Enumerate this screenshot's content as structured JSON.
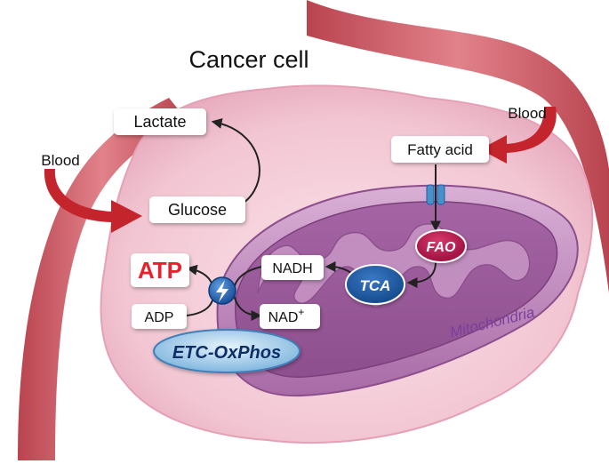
{
  "title": "Cancer cell",
  "blood_left": "Blood",
  "blood_right": "Blood",
  "lactate": "Lactate",
  "glucose": "Glucose",
  "fatty_acid": "Fatty acid",
  "fao": "FAO",
  "tca": "TCA",
  "nadh": "NADH",
  "nad_base": "NAD",
  "nad_sup": "+",
  "atp": "ATP",
  "adp": "ADP",
  "etc": "ETC-OxPhos",
  "mitochondria": "Mitochondria",
  "colors": {
    "vessel": "#c9505a",
    "arrow_red": "#c4242c",
    "cell": "#f3c9d4",
    "mito": "#b57ab3",
    "fao": "#b0154a",
    "tca": "#1f5ba6",
    "atp": "#e8222c",
    "mito_label": "#7a3f9c"
  }
}
